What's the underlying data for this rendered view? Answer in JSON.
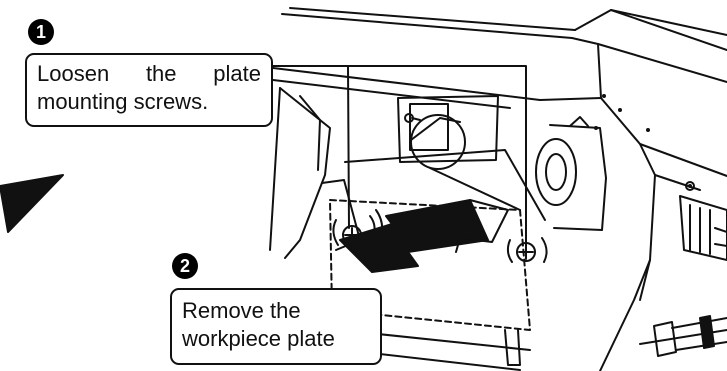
{
  "steps": [
    {
      "number": "1",
      "text_line1_words": [
        "Loosen",
        "the",
        "plate"
      ],
      "text_line2": "mounting screws."
    },
    {
      "number": "2",
      "text_line1": "Remove the",
      "text_line2": "workpiece plate"
    }
  ],
  "icons": {
    "badge_1": "step-1-badge",
    "badge_2": "step-2-badge",
    "direction_arrow": "triangle-pointer",
    "removal_arrow": "pull-out-arrow"
  },
  "colors": {
    "ink": "#111111",
    "background": "#ffffff"
  }
}
